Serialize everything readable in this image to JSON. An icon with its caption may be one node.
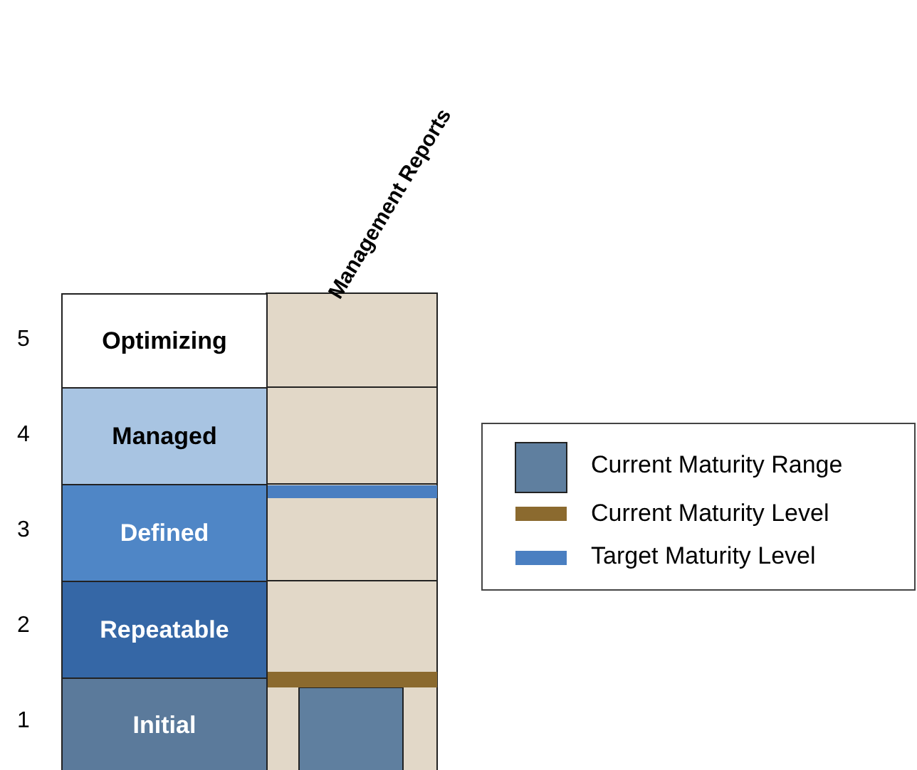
{
  "diagram": {
    "nodes": [
      {
        "text": [
          "Optimizing"
        ]
      },
      {
        "text": [
          "Managed"
        ]
      },
      {
        "text": [
          "Defined"
        ]
      },
      {
        "text": [
          "Repeatable"
        ]
      },
      {
        "text": [
          "Initial"
        ]
      }
    ],
    "labels": [
      "Management Reports",
      "5",
      "4",
      "3",
      "2",
      "1"
    ],
    "legend": [
      {
        "text": "Current Maturity Range",
        "color": "#5f7f9f"
      },
      {
        "text": "Current Maturity Level",
        "color": "#8b6a2f"
      },
      {
        "text": "Target Maturity Level",
        "color": "#4a7fc1"
      }
    ]
  }
}
